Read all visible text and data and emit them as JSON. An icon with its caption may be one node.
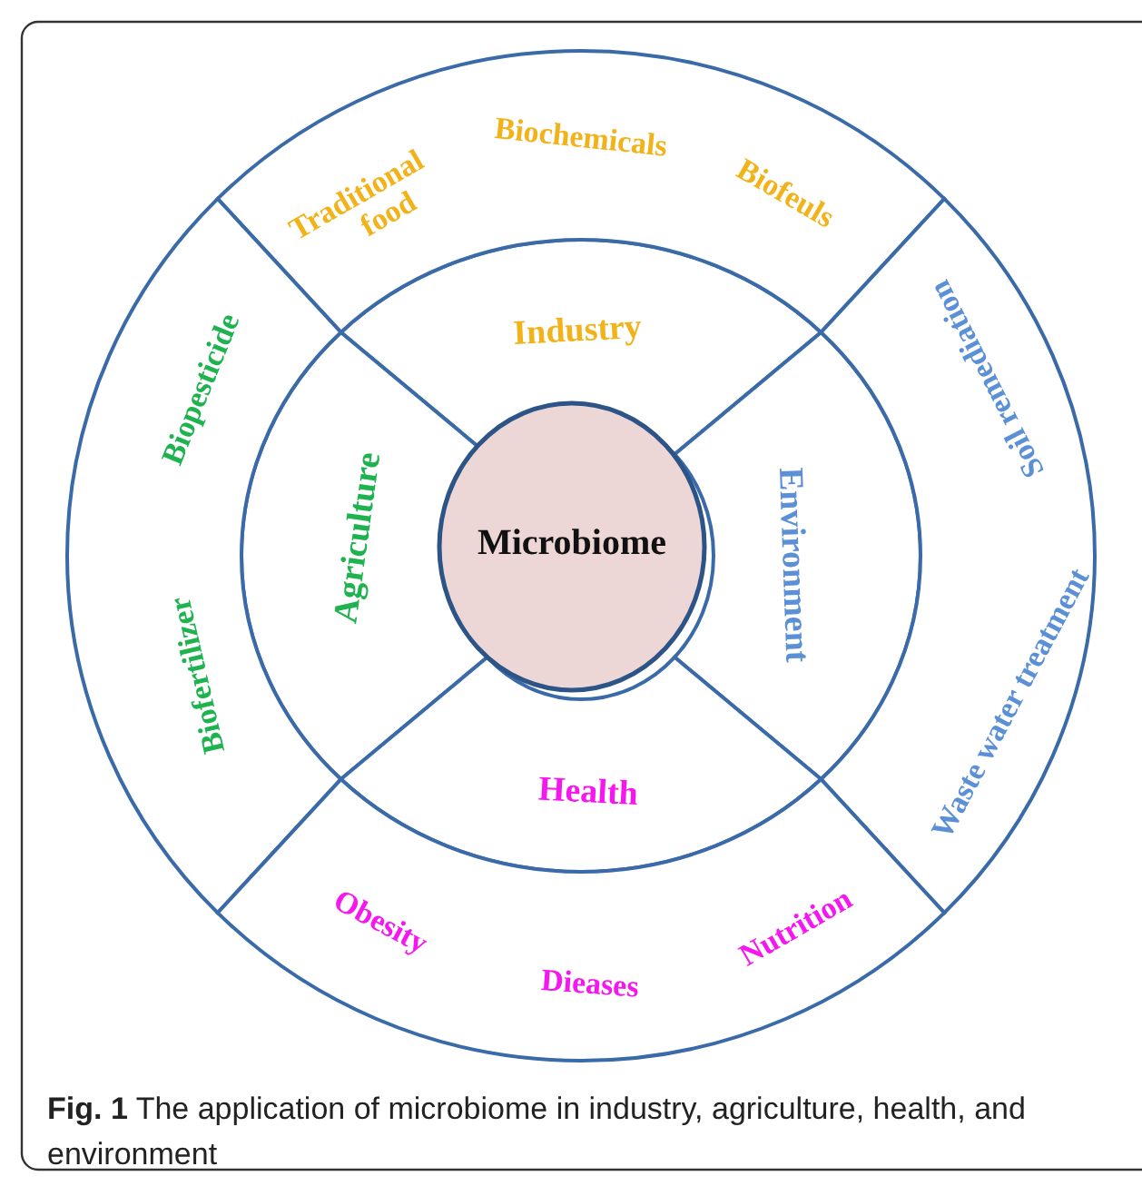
{
  "diagram": {
    "caption": "**Fig. 1** The application of microbiome in industry, agriculture, health, and environment",
    "nodes": [
      {
        "text": [
          "Microbiome"
        ]
      },
      {
        "text": [
          "Industry"
        ]
      },
      {
        "text": [
          "Agriculture"
        ]
      },
      {
        "text": [
          "Environment"
        ]
      },
      {
        "text": [
          "Health"
        ]
      },
      {
        "text": [
          "Traditional food",
          "Biochemicals",
          "Biofeuls"
        ]
      },
      {
        "text": [
          "Biopesticide",
          "Biofertilizer"
        ]
      },
      {
        "text": [
          "Soil remediation",
          "Waste water treatment"
        ]
      },
      {
        "text": [
          "Obesity",
          "Dieases",
          "Nutrition"
        ]
      }
    ]
  }
}
